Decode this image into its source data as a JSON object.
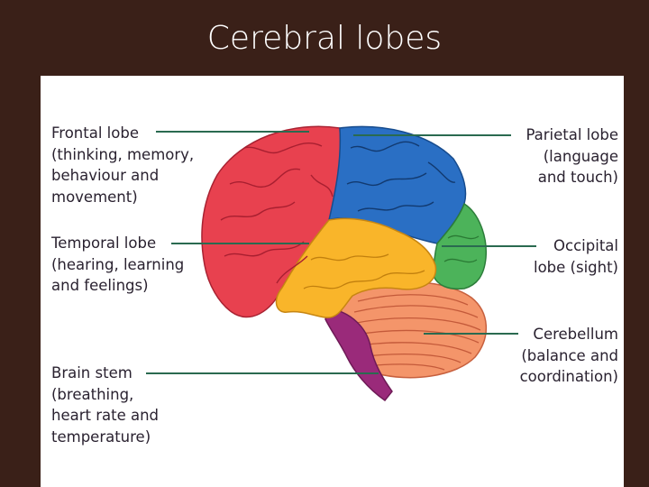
{
  "slide": {
    "title": "Cerebral lobes"
  },
  "diagram": {
    "labels": {
      "frontal": "Frontal lobe\n(thinking, memory,\nbehaviour and\nmovement)",
      "temporal": "Temporal lobe\n(hearing, learning\nand feelings)",
      "brainstem": "Brain stem\n(breathing,\nheart rate and\ntemperature)",
      "parietal": "Parietal lobe\n(language\nand touch)",
      "occipital": "Occipital\nlobe (sight)",
      "cerebellum": "Cerebellum\n(balance and\ncoordination)"
    },
    "colors": {
      "frontal": "#e8414f",
      "parietal": "#2a6fc4",
      "occipital": "#4cb35a",
      "temporal": "#f9b52a",
      "cerebellum": "#f4956a",
      "brainstem": "#9a2a7a",
      "line": "#2a6a50"
    }
  }
}
